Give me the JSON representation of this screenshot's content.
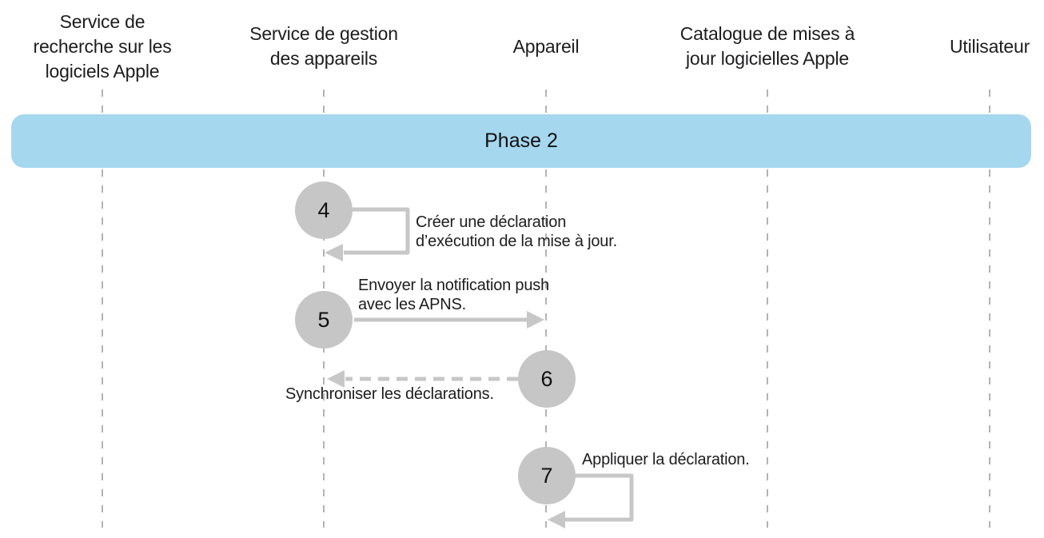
{
  "colors": {
    "background": "#ffffff",
    "phase_banner": "#a5d8ef",
    "step_circle": "#c6c6c6",
    "arrow": "#c7c7c7",
    "lifeline": "#b3b3b3",
    "text": "#1d1d1f"
  },
  "actors": [
    {
      "label": "Service de recherche sur les logiciels Apple",
      "lines": {
        "l1": "Service de",
        "l2": "recherche sur les",
        "l3": "logiciels Apple"
      }
    },
    {
      "label": "Service de gestion des appareils",
      "lines": {
        "l1": "Service de gestion",
        "l2": "des appareils",
        "l3": ""
      }
    },
    {
      "label": "Appareil",
      "lines": {
        "l1": "Appareil",
        "l2": "",
        "l3": ""
      }
    },
    {
      "label": "Catalogue de mises à jour logicielles Apple",
      "lines": {
        "l1": "Catalogue de mises à",
        "l2": "jour logicielles Apple",
        "l3": ""
      }
    },
    {
      "label": "Utilisateur",
      "lines": {
        "l1": "Utilisateur",
        "l2": "",
        "l3": ""
      }
    }
  ],
  "phase": {
    "label": "Phase 2"
  },
  "steps": {
    "s4": {
      "number": "4",
      "arrow": "self-loop at Service de gestion des appareils",
      "message": "Créer une déclaration d’exécution de la mise à jour.",
      "line1": "Créer une déclaration",
      "line2": "d’exécution de la mise à jour."
    },
    "s5": {
      "number": "5",
      "arrow": "solid arrow from Service de gestion des appareils to Appareil",
      "message": "Envoyer la notification push avec les APNS.",
      "line1": "Envoyer la notification push",
      "line2": "avec les APNS."
    },
    "s6": {
      "number": "6",
      "arrow": "dashed arrow from Appareil to Service de gestion des appareils",
      "message": "Synchroniser les déclarations.",
      "line1": "Synchroniser les déclarations.",
      "line2": ""
    },
    "s7": {
      "number": "7",
      "arrow": "self-loop at Appareil",
      "message": "Appliquer la déclaration.",
      "line1": "Appliquer la déclaration.",
      "line2": ""
    }
  }
}
